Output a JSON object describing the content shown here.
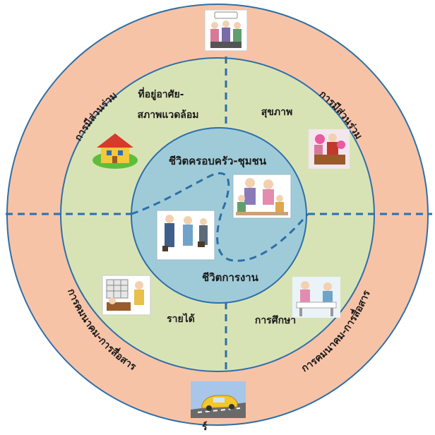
{
  "diagram": {
    "colors": {
      "outer_ring": "#f7c3a7",
      "middle_ring": "#d8e3b5",
      "inner_circle": "#9fcbd9",
      "ring_border": "#2d6fa8",
      "divider": "#2d6fa8"
    },
    "center": {
      "top_label": "ชีวิตครอบครัว-ชุมชน",
      "bottom_label": "ชีวิตการงาน"
    },
    "middle_ring_labels": {
      "top_left": [
        "ที่อยู่อาศัย-",
        "สภาพแวดล้อม"
      ],
      "top_right": "สุขภาพ",
      "bottom_left": "รายได้",
      "bottom_right": "การศึกษา"
    },
    "outer_ring_labels": {
      "top_left": "การมีส่วนร่วม",
      "top_right": "การมีส่วนร่วม",
      "bottom_left": "การคมนาคม-การสื่อสาร",
      "bottom_right": "การคมนาคม-การสื่อสาร"
    },
    "cut_text": "ร์",
    "illustrations": {
      "top": "people-group-illustration",
      "house": "house-illustration",
      "health": "family-care-illustration",
      "family": "family-illustration",
      "work": "business-people-illustration",
      "income": "office-work-illustration",
      "education": "students-studying-illustration",
      "transport": "car-road-illustration"
    }
  }
}
